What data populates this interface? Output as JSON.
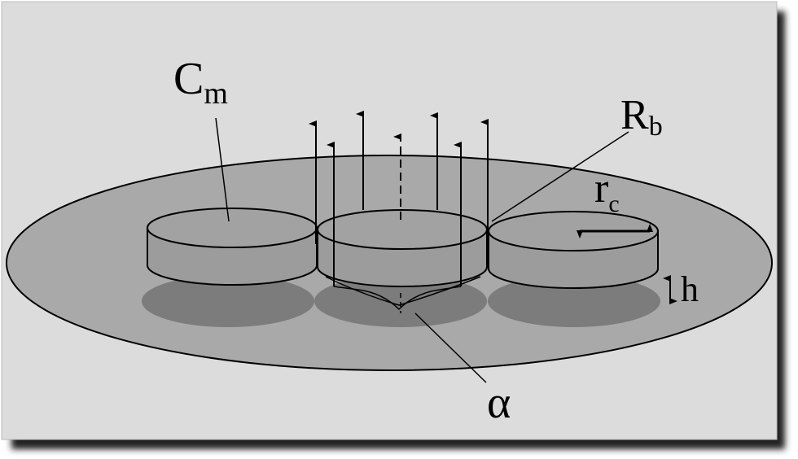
{
  "labels": {
    "cm_main": "C",
    "cm_sub": "m",
    "rb_main": "R",
    "rb_sub": "b",
    "rc_main": "r",
    "rc_sub": "c",
    "h": "h",
    "alpha": "α"
  },
  "colors": {
    "panel": "#dcdcdc",
    "disk": "#a9a9a9",
    "cylinder": "#9c9c9c",
    "shadow": "#7c7c7c",
    "line": "#000000"
  }
}
